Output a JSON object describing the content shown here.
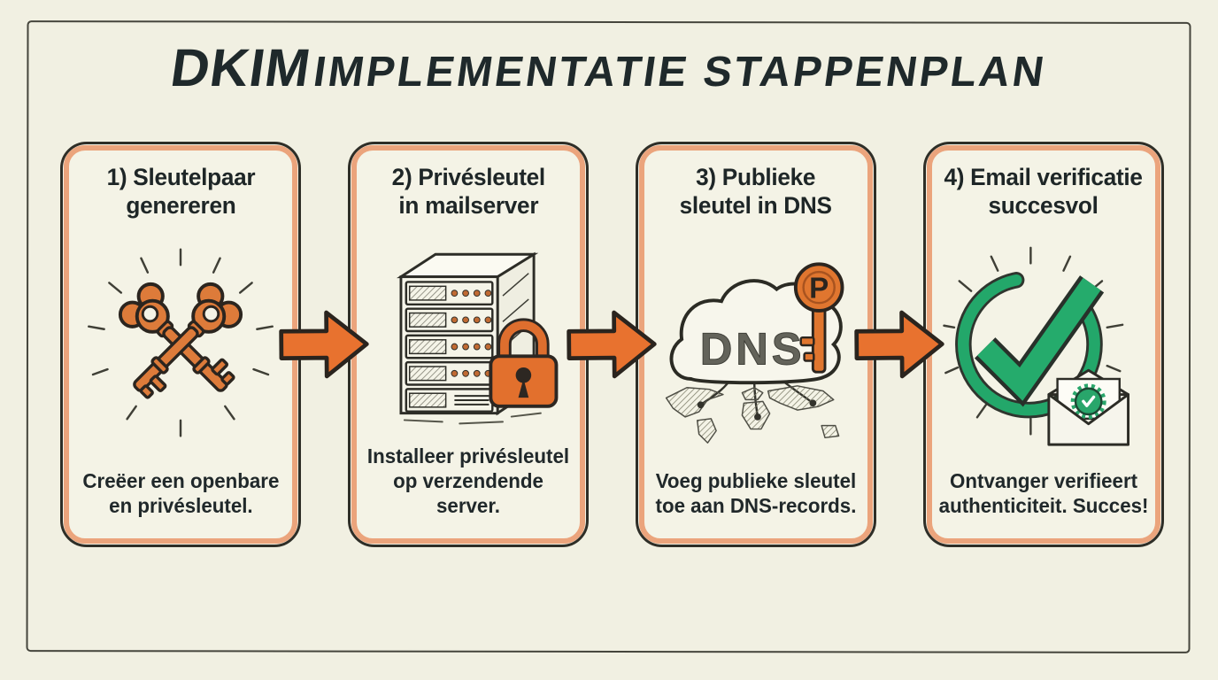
{
  "title": {
    "word1": "DKIM",
    "rest": "Implementatie Stappenplan"
  },
  "steps": [
    {
      "heading": "1) Sleutelpaar\ngenereren",
      "caption": "Creëer een openbare\nen privésleutel.",
      "icon": "crossed-keys-icon"
    },
    {
      "heading": "2) Privésleutel\nin mailserver",
      "caption": "Installeer privésleutel\nop verzendende server.",
      "icon": "mail-server-padlock-icon"
    },
    {
      "heading": "3) Publieke\nsleutel in DNS",
      "caption": "Voeg publieke sleutel\ntoe aan DNS-records.",
      "icon": "dns-cloud-key-icon"
    },
    {
      "heading": "4) Email verificatie\nsuccesvol",
      "caption": "Ontvanger verifieert\nauthenticiteit. Succes!",
      "icon": "checkmark-envelope-icon"
    }
  ],
  "labels": {
    "dns": "DNS",
    "public_key_letter": "P"
  },
  "colors": {
    "background": "#f1f0e2",
    "card_background": "#f4f3e6",
    "ink": "#2e2e27",
    "accent_orange": "#e8722f",
    "card_border_peach": "#eba47c",
    "success_green": "#25a96b"
  }
}
